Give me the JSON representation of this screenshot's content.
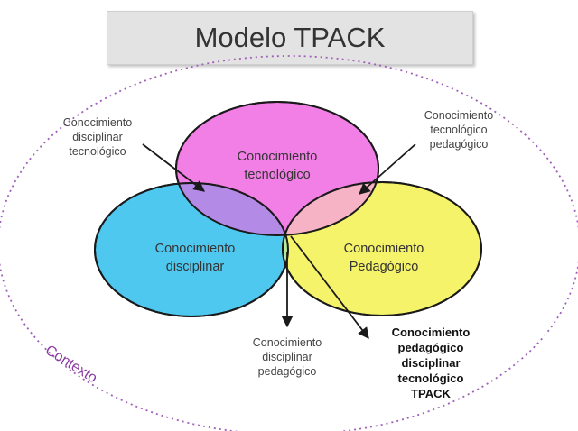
{
  "title": "Modelo TPACK",
  "context_label": "Contexto",
  "circles": {
    "technological": {
      "line1": "Conocimiento",
      "line2": "tecnológico",
      "color": "#f27fe6"
    },
    "disciplinary": {
      "line1": "Conocimiento",
      "line2": "disciplinar",
      "color": "#4fc8f0"
    },
    "pedagogical": {
      "line1": "Conocimiento",
      "line2": "Pedagógico",
      "color": "#f5f36a"
    }
  },
  "intersections": {
    "tech_disciplinary": {
      "line1": "Conocimiento",
      "line2": "disciplinar",
      "line3": "tecnológico"
    },
    "tech_pedagogical": {
      "line1": "Conocimiento",
      "line2": "tecnológico",
      "line3": "pedagógico"
    },
    "disc_pedagogical": {
      "line1": "Conocimiento",
      "line2": "disciplinar",
      "line3": "pedagógico"
    },
    "tpack": {
      "line1": "Conocimiento",
      "line2": "pedagógico",
      "line3": "disciplinar",
      "line4": "tecnológico",
      "line5": "TPACK"
    }
  },
  "colors": {
    "outline": "#1a1a1a",
    "context_dashes": "#a060b8",
    "context_text": "#8a3aa0"
  }
}
